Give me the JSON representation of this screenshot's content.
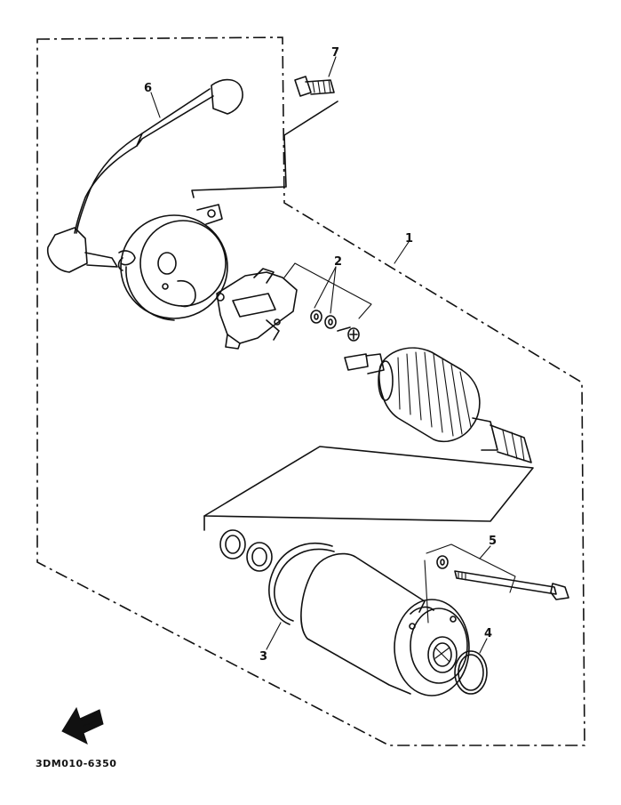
{
  "callouts": {
    "p1": "1",
    "p2": "2",
    "p3": "3",
    "p4": "4",
    "p5": "5",
    "p6": "6",
    "p7": "7"
  },
  "diagram_code": "3DM010-6350"
}
